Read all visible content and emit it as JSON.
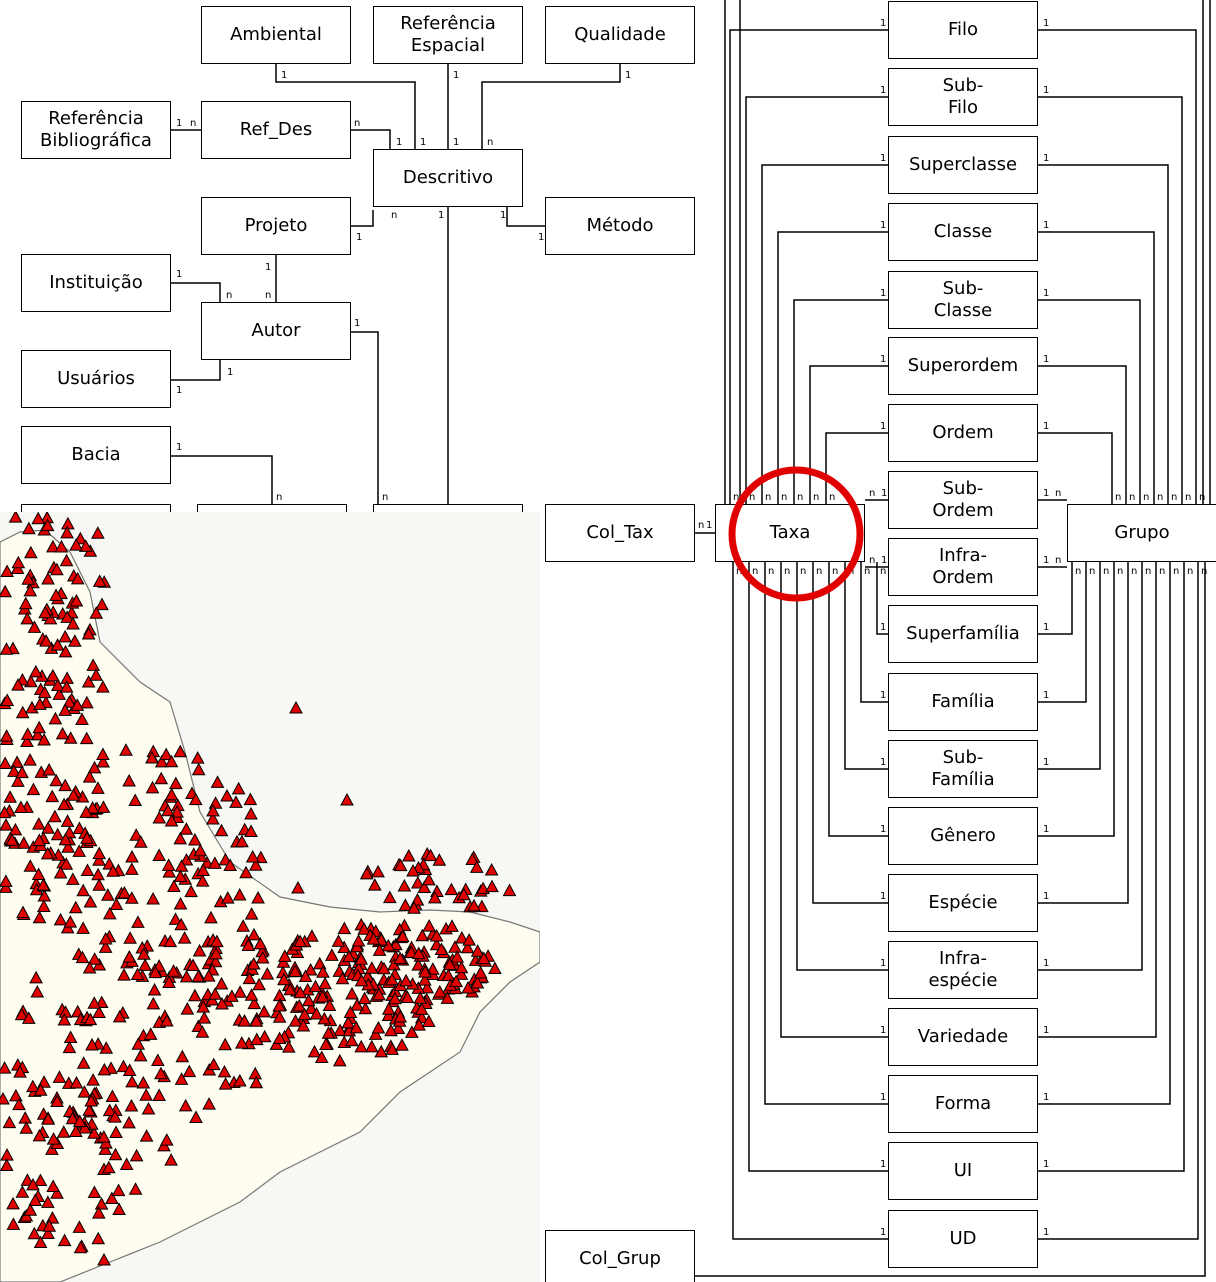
{
  "entities": {
    "ambiental": "Ambiental",
    "ref_espacial": "Referência\nEspacial",
    "qualidade": "Qualidade",
    "ref_bibliografica": "Referência\nBibliográfica",
    "ref_des": "Ref_Des",
    "descritivo": "Descritivo",
    "projeto": "Projeto",
    "metodo": "Método",
    "instituicao": "Instituição",
    "autor": "Autor",
    "usuarios": "Usuários",
    "bacia": "Bacia",
    "col_tax": "Col_Tax",
    "taxa": "Taxa",
    "grupo": "Grupo",
    "col_grup": "Col_Grup"
  },
  "ranks": [
    "Filo",
    "Sub-\nFilo",
    "Superclasse",
    "Classe",
    "Sub-\nClasse",
    "Superordem",
    "Ordem",
    "Sub-\nOrdem",
    "Infra-\nOrdem",
    "Superfamília",
    "Família",
    "Sub-\nFamília",
    "Gênero",
    "Espécie",
    "Infra-\nespécie",
    "Variedade",
    "Forma",
    "UI",
    "UD"
  ],
  "cardinality": {
    "one": "1",
    "many": "n"
  },
  "colors": {
    "line": "#000000",
    "highlight": "#e00000",
    "marker": "#e00000",
    "land": "#fffdf0",
    "sea": "#f7f7f3"
  },
  "map": {
    "marker_icon": "red-triangle-icon"
  }
}
